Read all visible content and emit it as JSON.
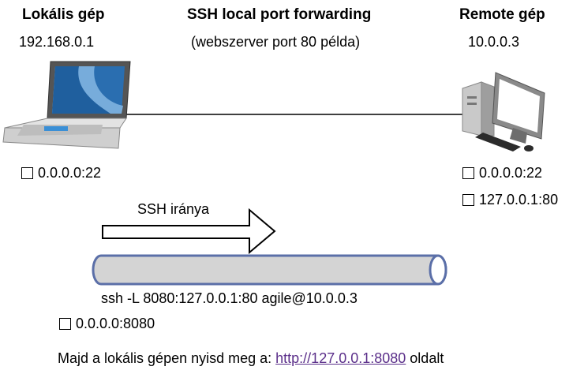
{
  "local": {
    "title": "Lokális gép",
    "ip": "192.168.0.1",
    "ports": [
      "0.0.0.0:22"
    ]
  },
  "center": {
    "title": "SSH local port forwarding",
    "subtitle": "(webszerver port 80 példa)"
  },
  "remote": {
    "title": "Remote gép",
    "ip": "10.0.0.3",
    "ports": [
      "0.0.0.0:22",
      "127.0.0.1:80"
    ]
  },
  "direction_label": "SSH iránya",
  "tunnel_command": "ssh -L 8080:127.0.0.1:80 agile@10.0.0.3",
  "forwarded_port": "0.0.0.0:8080",
  "footer": {
    "prefix": "Majd a lokális gépen nyisd meg a: ",
    "link": "http://127.0.0.1:8080",
    "suffix": " oldalt"
  },
  "colors": {
    "tunnel_fill": "#d4d4d4",
    "tunnel_stroke": "#5b6fa8",
    "laptop_screen": "#1f5f9e",
    "link": "#5b2f8a"
  }
}
